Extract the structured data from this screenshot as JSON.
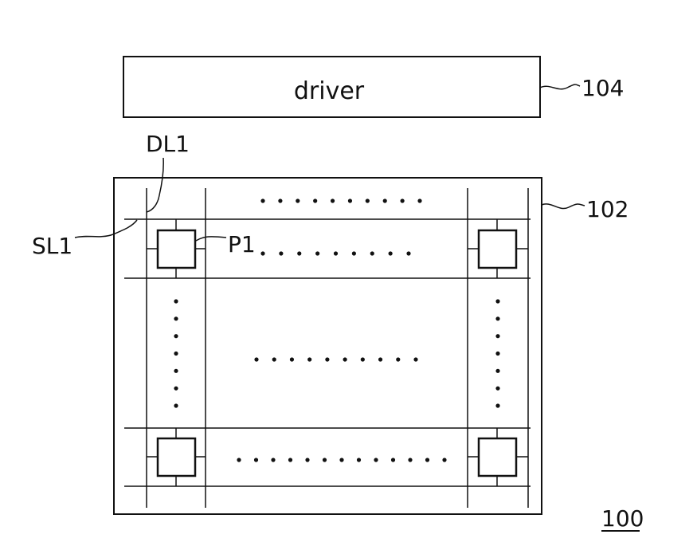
{
  "driver": {
    "label": "driver",
    "ref": "104"
  },
  "panel": {
    "ref": "102"
  },
  "labels": {
    "data_line": "DL1",
    "scan_line": "SL1",
    "pixel": "P1"
  },
  "figure_ref": "100",
  "colors": {
    "line": "#111111",
    "background": "#ffffff"
  }
}
